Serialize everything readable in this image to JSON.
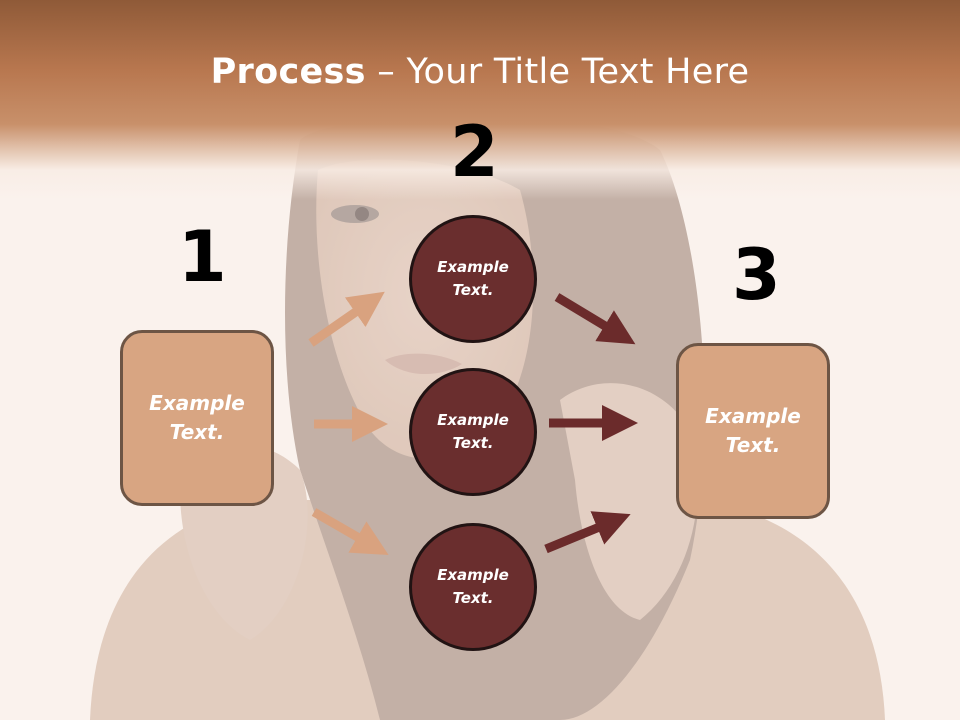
{
  "slide": {
    "title_bold": "Process",
    "title_rest": " – Your Title Text Here",
    "step_numbers": [
      "1",
      "2",
      "3"
    ],
    "left_box": "Example Text.",
    "right_box": "Example Text.",
    "circles": [
      "Example Text.",
      "Example Text.",
      "Example Text."
    ]
  },
  "colors": {
    "header": "#b8774f",
    "box_fill": "#d8a582",
    "circle_fill": "#6a2e2e",
    "arrow_light": "#d9a27f",
    "arrow_dark": "#6b2b2b"
  }
}
